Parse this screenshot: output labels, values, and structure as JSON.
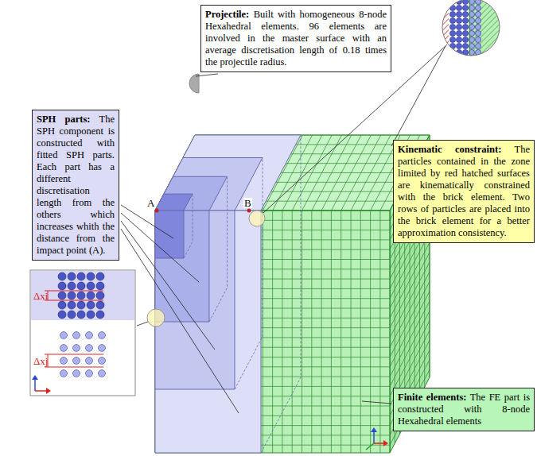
{
  "diagram": {
    "nodes": [
      {
        "text": [
          "SPH parts:",
          "The SPH component is constructed with fitted SPH parts. Each part has a different discretisation length from the others which increases whith the distance from the impact point (A)."
        ]
      },
      {
        "text": [
          "Projectile:",
          "Built with homogeneous 8-node Hexahedral elements. 96 elements are involved in the master surface with an average discretisation length of 0.18 times the projectile radius."
        ]
      },
      {
        "text": [
          "Kinematic constraint:",
          "The particles contained in the zone limited by red hatched surfaces are kinematically constrained with the brick element. Two rows of particles are placed into the brick element for a better approximation consistency."
        ]
      },
      {
        "text": [
          "Finite elements:",
          "The FE part is constructed with 8-node Hexahedral elements"
        ]
      }
    ],
    "labels": [
      "A",
      "B",
      "Δxi",
      "Δxj"
    ]
  }
}
